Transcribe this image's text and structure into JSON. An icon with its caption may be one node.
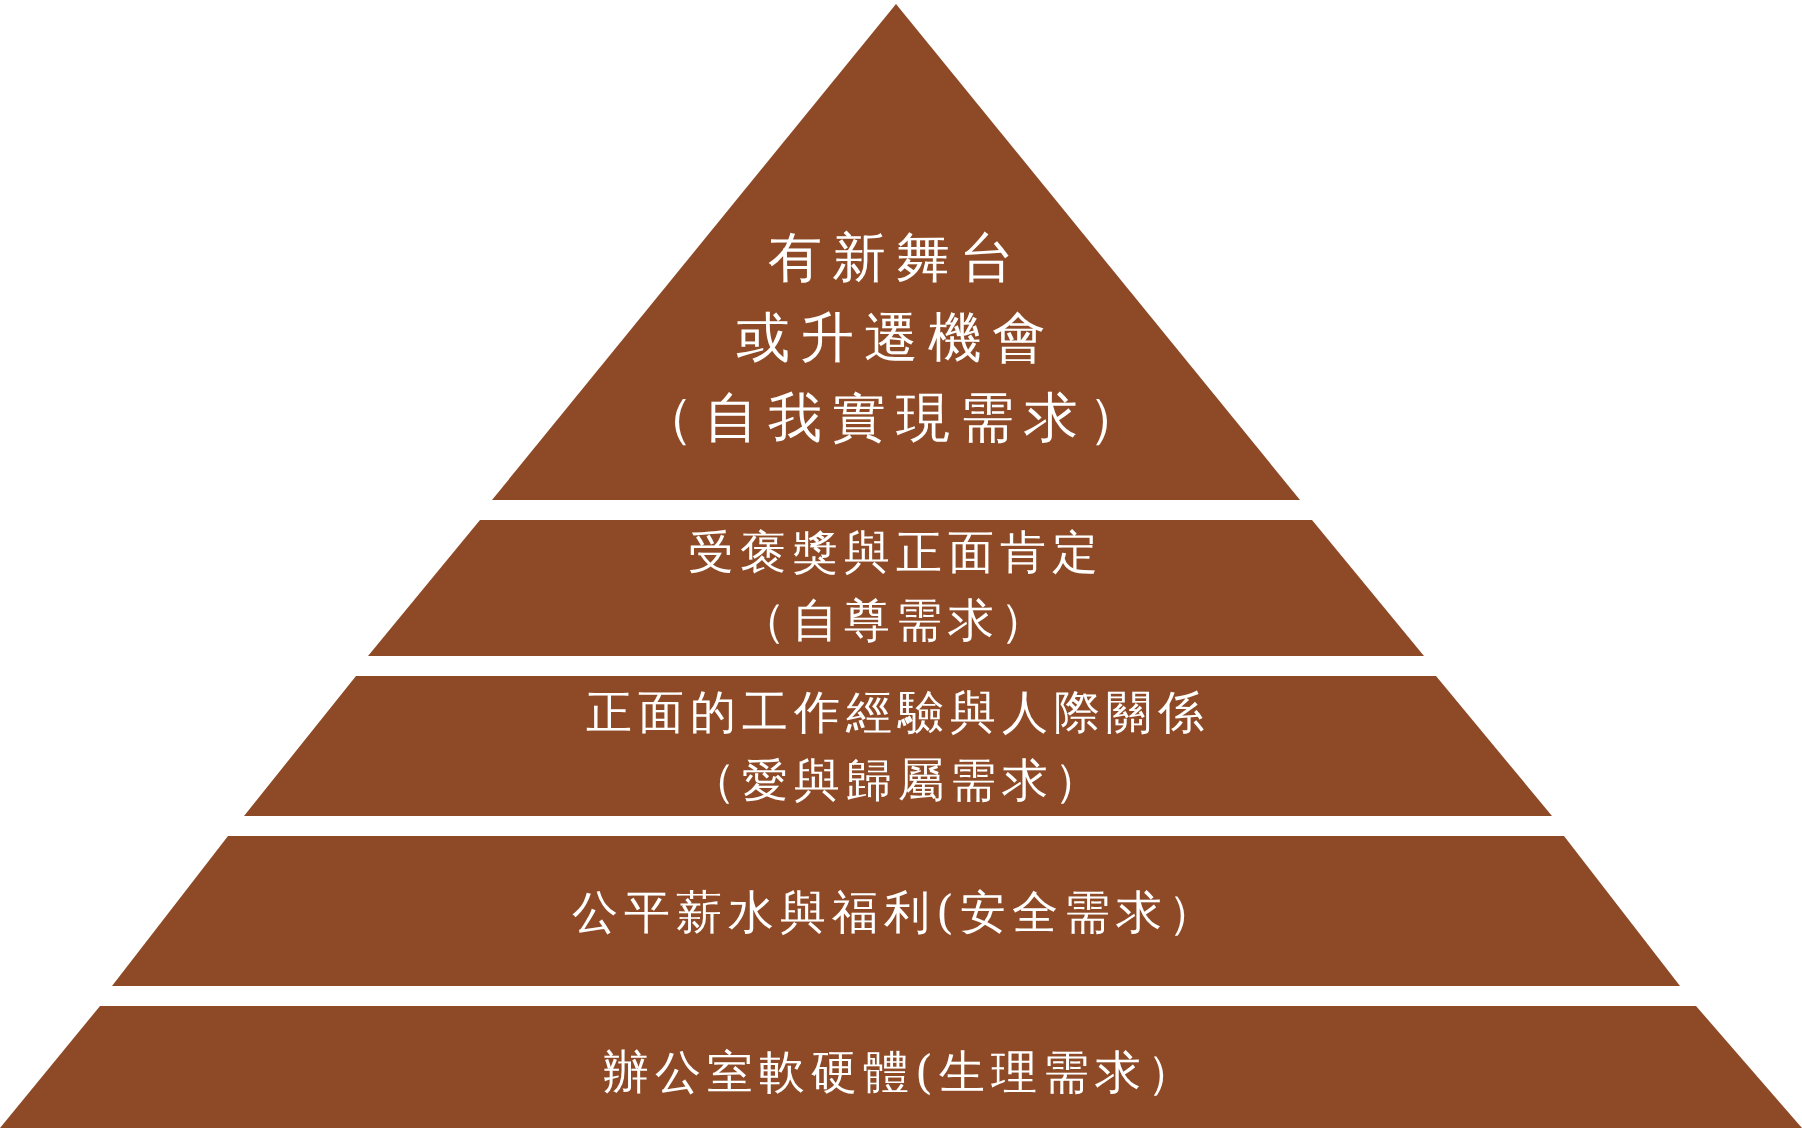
{
  "diagram": {
    "nodes": [
      {
        "text": [
          "有新舞台或升遷機會（自我實現需求）"
        ]
      },
      {
        "text": [
          "受褒獎與正面肯定（自尊需求）"
        ]
      },
      {
        "text": [
          "正面的工作經驗與人際關係（愛與歸屬需求）"
        ]
      },
      {
        "text": [
          "公平薪水與福利(安全需求）"
        ]
      },
      {
        "text": [
          "辦公室軟硬體(生理需求）"
        ]
      }
    ]
  }
}
